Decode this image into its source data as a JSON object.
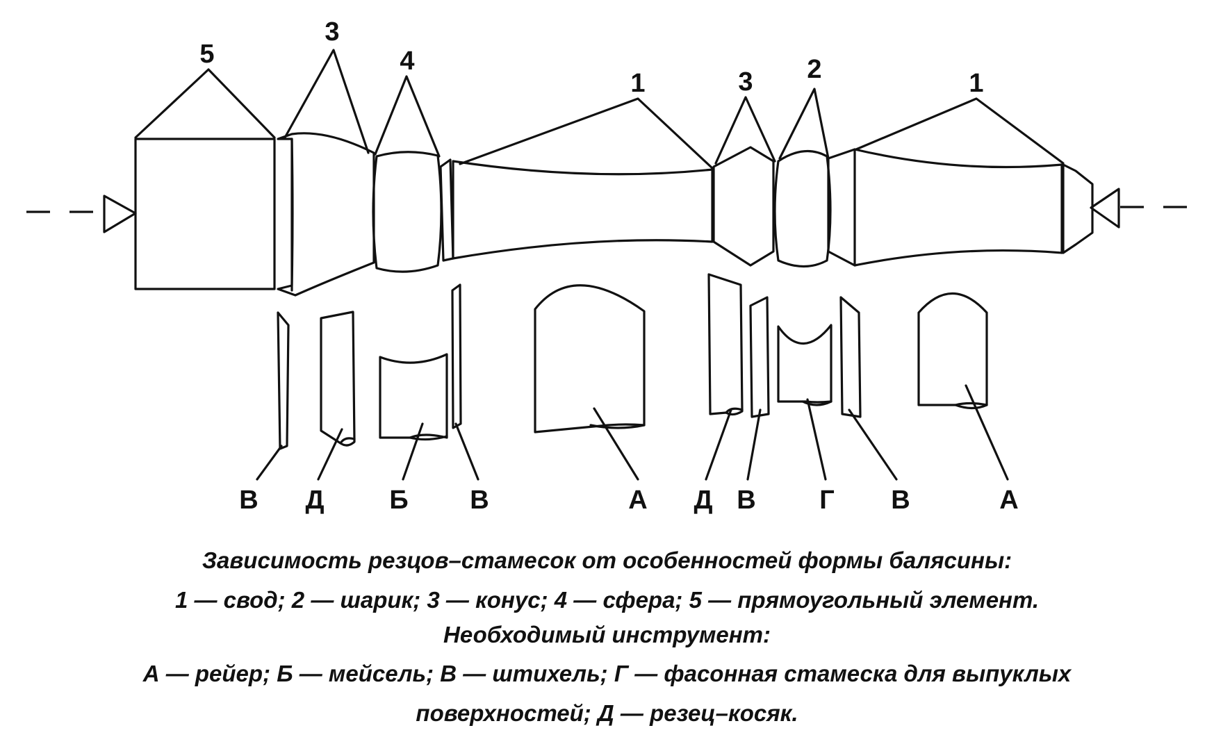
{
  "diagram": {
    "shape_labels": [
      "5",
      "3",
      "4",
      "1",
      "3",
      "2",
      "1"
    ],
    "tool_labels": [
      "В",
      "Д",
      "Б",
      "В",
      "А",
      "Д",
      "В",
      "Г",
      "В",
      "А"
    ]
  },
  "caption": {
    "title": "Зависимость резцов–стамесок от особенностей формы балясины:",
    "elements": "1 — свод; 2 — шарик; 3 — конус; 4 — сфера; 5 — прямоугольный элемент.",
    "tools_heading": "Необходимый инструмент:",
    "tools_line1": "А — рейер; Б — мейсель; В — штихель; Г — фасонная стамеска для выпуклых",
    "tools_line2": "поверхностей; Д — резец–косяк."
  }
}
